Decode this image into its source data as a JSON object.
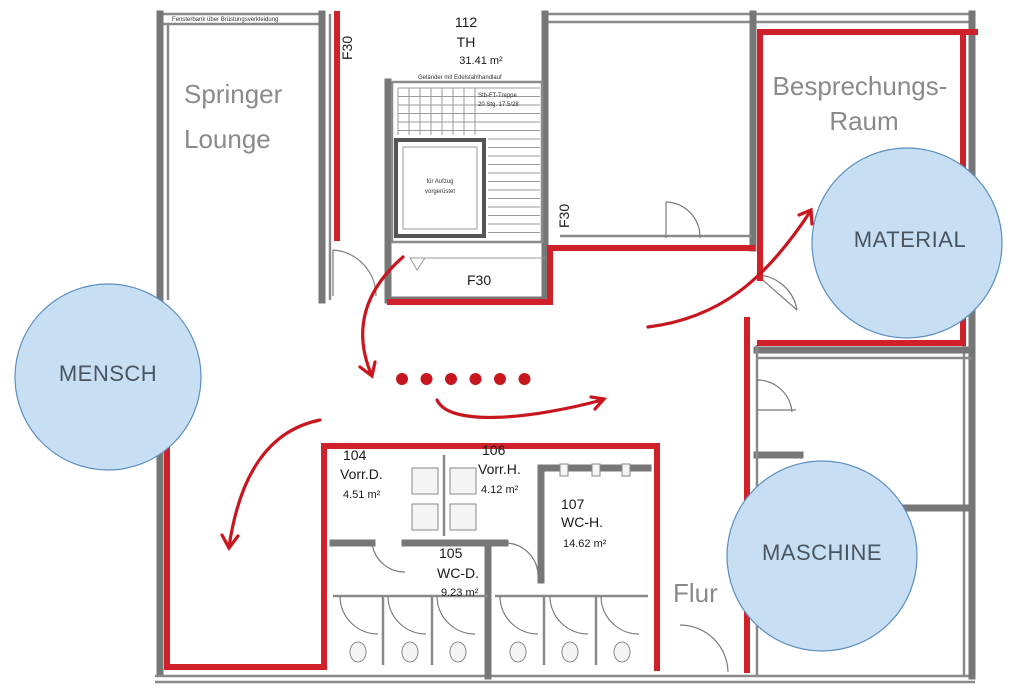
{
  "areas": {
    "springer_lounge": [
      "Springer",
      "Lounge"
    ],
    "besprechungsraum": [
      "Besprechungs-",
      "Raum"
    ],
    "flur": "Flur"
  },
  "circles": {
    "mensch": "MENSCH",
    "material": "MATERIAL",
    "maschine": "MASCHINE"
  },
  "rooms": {
    "r112": {
      "number": "112",
      "name": "TH",
      "area": "31.41 m²"
    },
    "r104": {
      "number": "104",
      "name": "Vorr.D.",
      "area": "4.51 m²"
    },
    "r106": {
      "number": "106",
      "name": "Vorr.H.",
      "area": "4.12 m²"
    },
    "r107": {
      "number": "107",
      "name": "WC-H.",
      "area": "14.62 m²"
    },
    "r105": {
      "number": "105",
      "name": "WC-D.",
      "area": "9.23 m²"
    }
  },
  "fire_labels": {
    "f30_top": "F30",
    "f30_right": "F30",
    "f30_stair": "F30"
  },
  "notes": {
    "elevator": [
      "für Aufzug",
      "vorgerüstet"
    ],
    "stair": [
      "Stb-FT-Treppe",
      "20 Stg. 17.5/28"
    ],
    "railing": "Geländer mit Edelstahlhandlauf",
    "bench": "Fensterbank über Brüstungsverkleidung"
  },
  "colors": {
    "fire_wall": "#d0202a",
    "arrow": "#c8161e",
    "circle_fill": "#c8dff3",
    "wall": "#777777"
  }
}
